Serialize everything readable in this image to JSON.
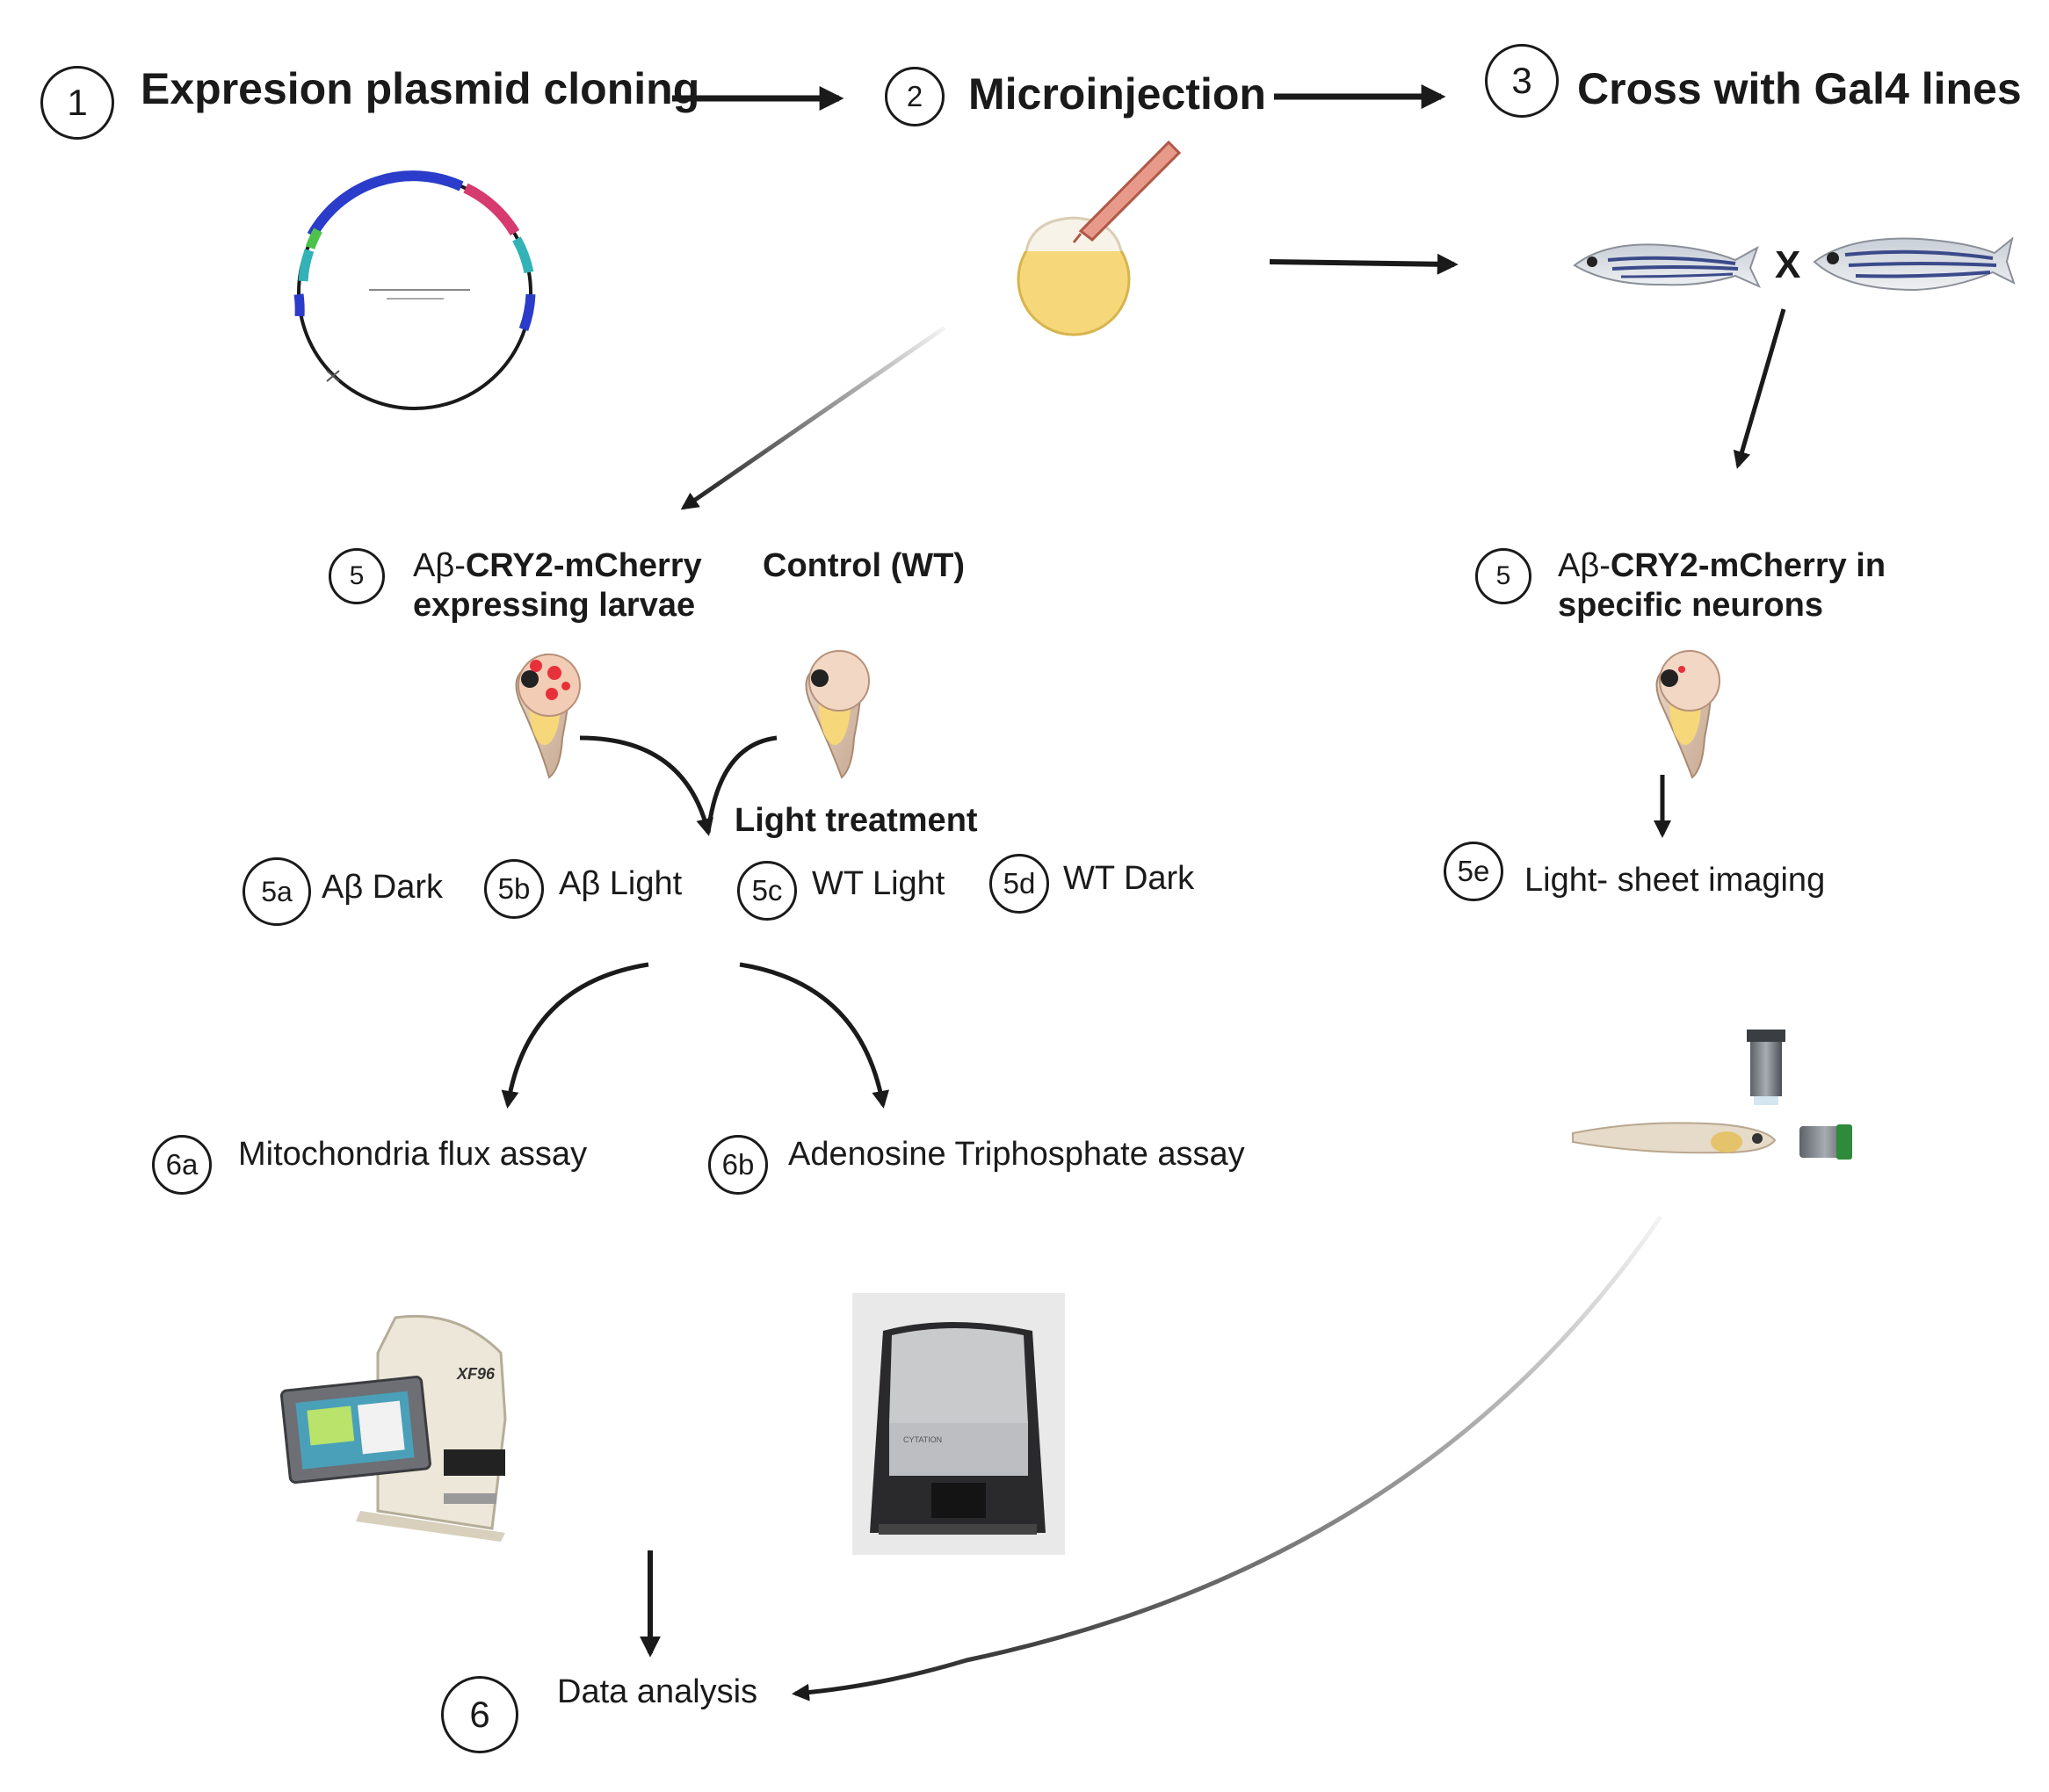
{
  "steps": {
    "s1": {
      "num": "1",
      "label": "Expresion plasmid cloning"
    },
    "s2": {
      "num": "2",
      "label": "Microinjection"
    },
    "s3": {
      "num": "3",
      "label": "Cross with Gal4 lines"
    },
    "s5_left": {
      "num": "5",
      "line1_prefix": "Aβ-",
      "line1_bold": "CRY2-mCherry",
      "line2": "expressing larvae"
    },
    "control": {
      "label": "Control (WT)"
    },
    "s5_right": {
      "num": "5",
      "line1_prefix": "Aβ-",
      "line1_bold": "CRY2-mCherry in",
      "line2": "specific neurons"
    },
    "cross_symbol": "X",
    "light_treatment": "Light treatment",
    "s5a": {
      "num": "5a",
      "label": "Aβ Dark"
    },
    "s5b": {
      "num": "5b",
      "label": "Aβ Light"
    },
    "s5c": {
      "num": "5c",
      "label": "WT Light"
    },
    "s5d": {
      "num": "5d",
      "label": "WT Dark"
    },
    "s5e": {
      "num": "5e",
      "label": "Light- sheet imaging"
    },
    "s6a": {
      "num": "6a",
      "label": "Mitochondria flux assay"
    },
    "s6b": {
      "num": "6b",
      "label": "Adenosine Triphosphate  assay"
    },
    "s6": {
      "num": "6",
      "label": "Data analysis"
    }
  },
  "instruments": {
    "xf_label": "XF96",
    "cytation_label": "CYTATION"
  },
  "colors": {
    "text": "#1a1a1a",
    "yolk": "#f6d77a",
    "plasmid_blue": "#2a3cc9",
    "plasmid_pink": "#d63a6e",
    "plasmid_teal": "#33b3b8",
    "plasmid_green": "#4cc24a",
    "fish_stripe": "#3a4a8a",
    "mcherry": "#e8303a"
  }
}
